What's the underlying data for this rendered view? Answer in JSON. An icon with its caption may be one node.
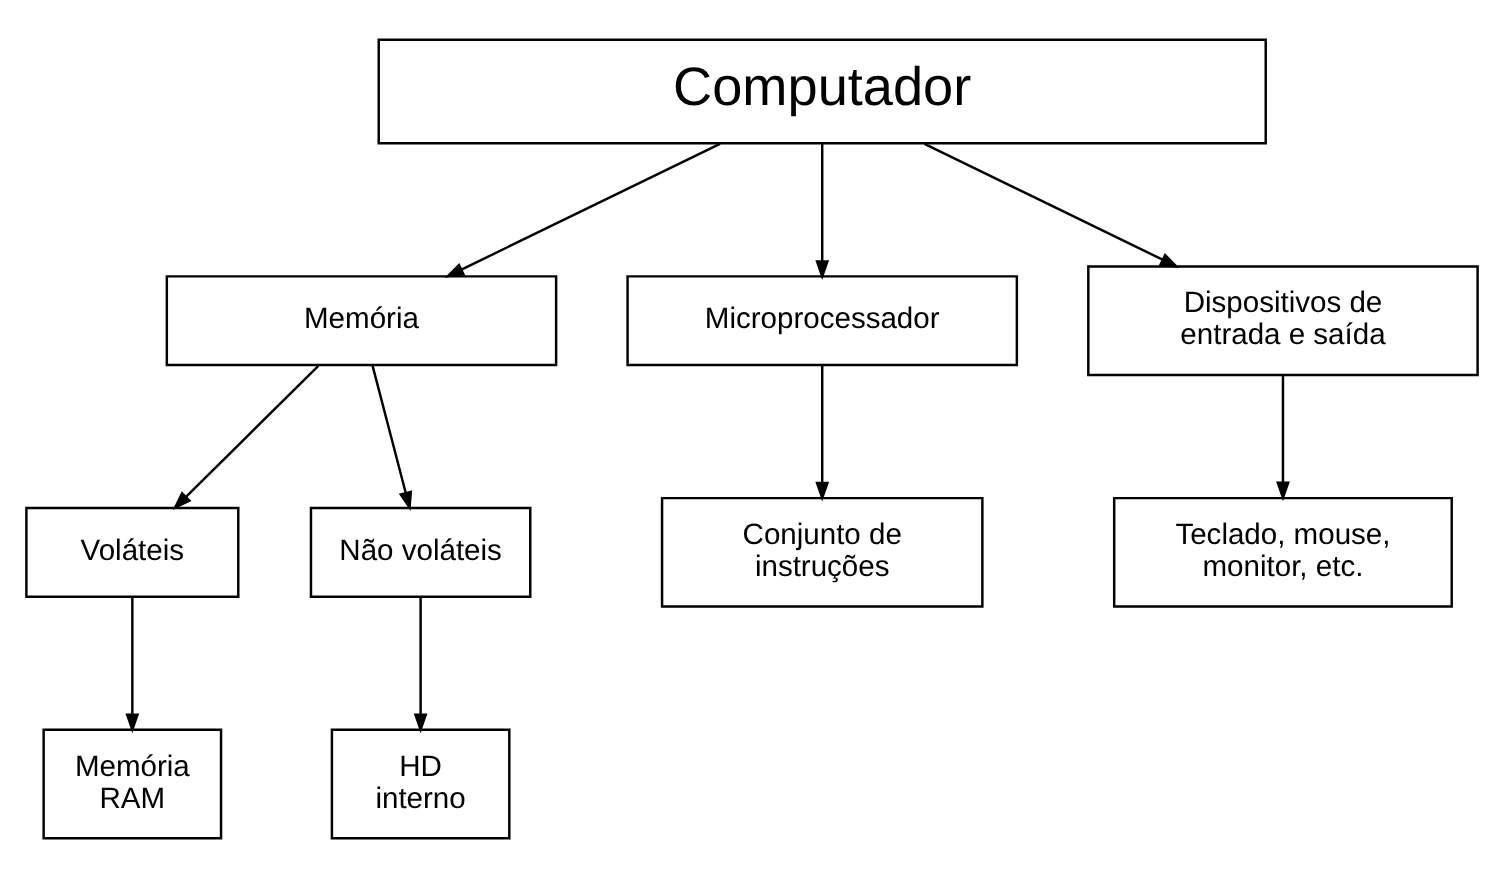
{
  "diagram": {
    "nodes": [
      {
        "text": [
          "Computador"
        ]
      },
      {
        "text": [
          "Memória"
        ]
      },
      {
        "text": [
          "Microprocessador"
        ]
      },
      {
        "text": [
          "Dispositivos de entrada e saída"
        ]
      },
      {
        "text": [
          "Voláteis"
        ]
      },
      {
        "text": [
          "Não voláteis"
        ]
      },
      {
        "text": [
          "Conjunto de instruções"
        ]
      },
      {
        "text": [
          "Teclado, mouse, monitor, etc."
        ]
      },
      {
        "text": [
          "Memória RAM"
        ]
      },
      {
        "text": [
          "HD interno"
        ]
      }
    ],
    "edges": [
      {
        "from": 0,
        "to": 1,
        "arrow": "to"
      },
      {
        "from": 0,
        "to": 2,
        "arrow": "to"
      },
      {
        "from": 0,
        "to": 3,
        "arrow": "to"
      },
      {
        "from": 1,
        "to": 4,
        "arrow": "to"
      },
      {
        "from": 1,
        "to": 5,
        "arrow": "to"
      },
      {
        "from": 2,
        "to": 6,
        "arrow": "to"
      },
      {
        "from": 3,
        "to": 7,
        "arrow": "to"
      },
      {
        "from": 4,
        "to": 8,
        "arrow": "to"
      },
      {
        "from": 5,
        "to": 9,
        "arrow": "to"
      }
    ]
  }
}
